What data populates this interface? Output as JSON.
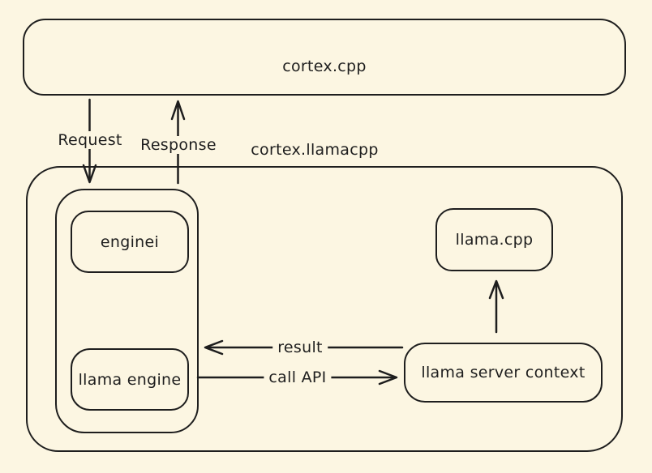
{
  "diagram": {
    "title": "cortex.cpp / cortex.llamacpp architecture diagram",
    "colors": {
      "background": "#FCF6E2",
      "stroke": "#1E1E1E",
      "text": "#1E1E1E"
    },
    "nodes": {
      "cortex_cpp": "cortex.cpp",
      "cortex_llamacpp": "cortex.llamacpp",
      "enginei": "enginei",
      "llama_engine": "llama engine",
      "llama_cpp": "llama.cpp",
      "llama_server_context": "llama server context"
    },
    "edges": {
      "request": "Request",
      "response": "Response",
      "result": "result",
      "call_api": "call API"
    }
  }
}
